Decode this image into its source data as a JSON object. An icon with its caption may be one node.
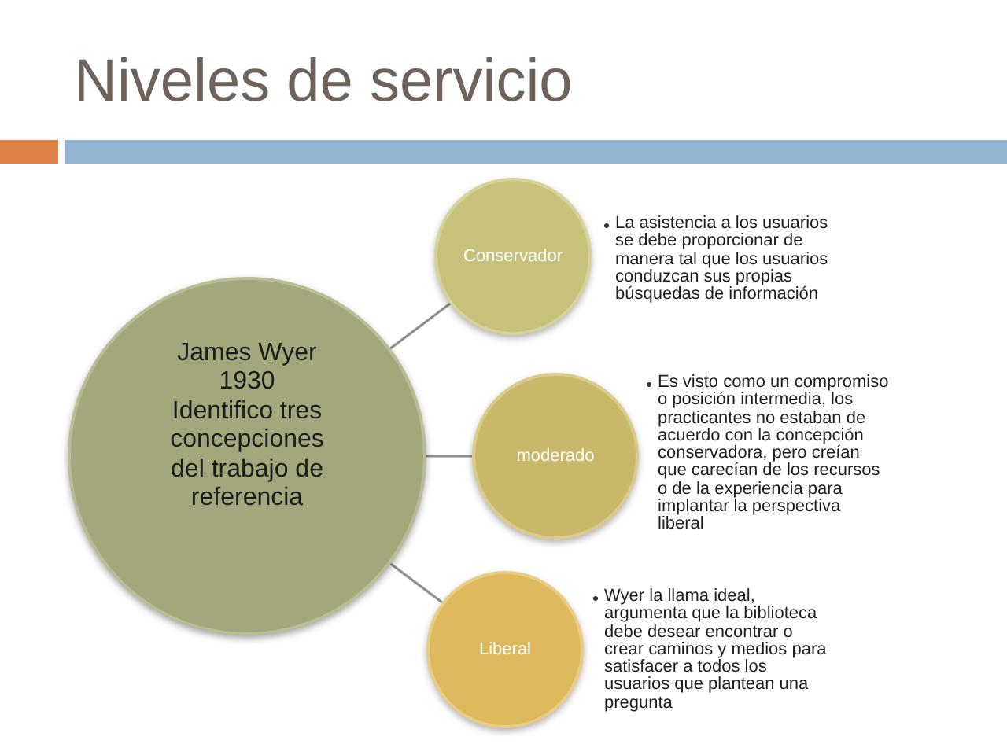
{
  "diagram": {
    "title": "Niveles de servicio",
    "nodes": [
      {
        "text": [
          "James Wyer",
          "1930",
          "Identifico tres concepciones del trabajo de referencia"
        ]
      },
      {
        "text": [
          "Conservador"
        ],
        "beside": [
          "La asistencia a los usuarios se debe proporcionar de manera tal que los usuarios conduzcan sus propias búsquedas de información"
        ]
      },
      {
        "text": [
          "moderado"
        ],
        "beside": [
          "Es visto como un compromiso o posición intermedia, los practicantes no estaban de acuerdo con la concepción conservadora, pero creían que carecían de los recursos o de la experiencia para implantar la perspectiva liberal"
        ]
      },
      {
        "text": [
          "Liberal"
        ],
        "beside": [
          "Wyer la llama ideal, argumenta que la biblioteca debe desear encontrar o crear caminos y medios para satisfacer a todos los usuarios que plantean una pregunta"
        ]
      }
    ],
    "edges": [
      {
        "from": 0,
        "to": 1,
        "arrow": "none"
      },
      {
        "from": 0,
        "to": 2,
        "arrow": "none"
      },
      {
        "from": 0,
        "to": 3,
        "arrow": "none"
      }
    ]
  }
}
